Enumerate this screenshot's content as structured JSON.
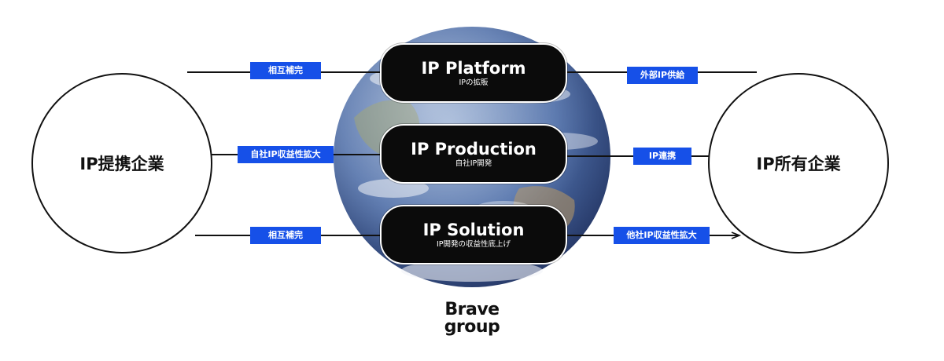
{
  "left_entity": {
    "label": "IP提携企業"
  },
  "right_entity": {
    "label": "IP所有企業"
  },
  "pills": [
    {
      "title": "IP Platform",
      "subtitle": "IPの拡販"
    },
    {
      "title": "IP Production",
      "subtitle": "自社IP開発"
    },
    {
      "title": "IP Solution",
      "subtitle": "IP開発の収益性底上げ"
    }
  ],
  "left_tags": [
    "相互補完",
    "自社IP収益性拡大",
    "相互補完"
  ],
  "right_tags": [
    "外部IP供給",
    "IP連携",
    "他社IP収益性拡大"
  ],
  "logo": {
    "line1": "Brave",
    "line2": "group"
  },
  "colors": {
    "tag_blue": "#1650e8",
    "pill_black": "#0b0b0b",
    "line": "#111111"
  }
}
